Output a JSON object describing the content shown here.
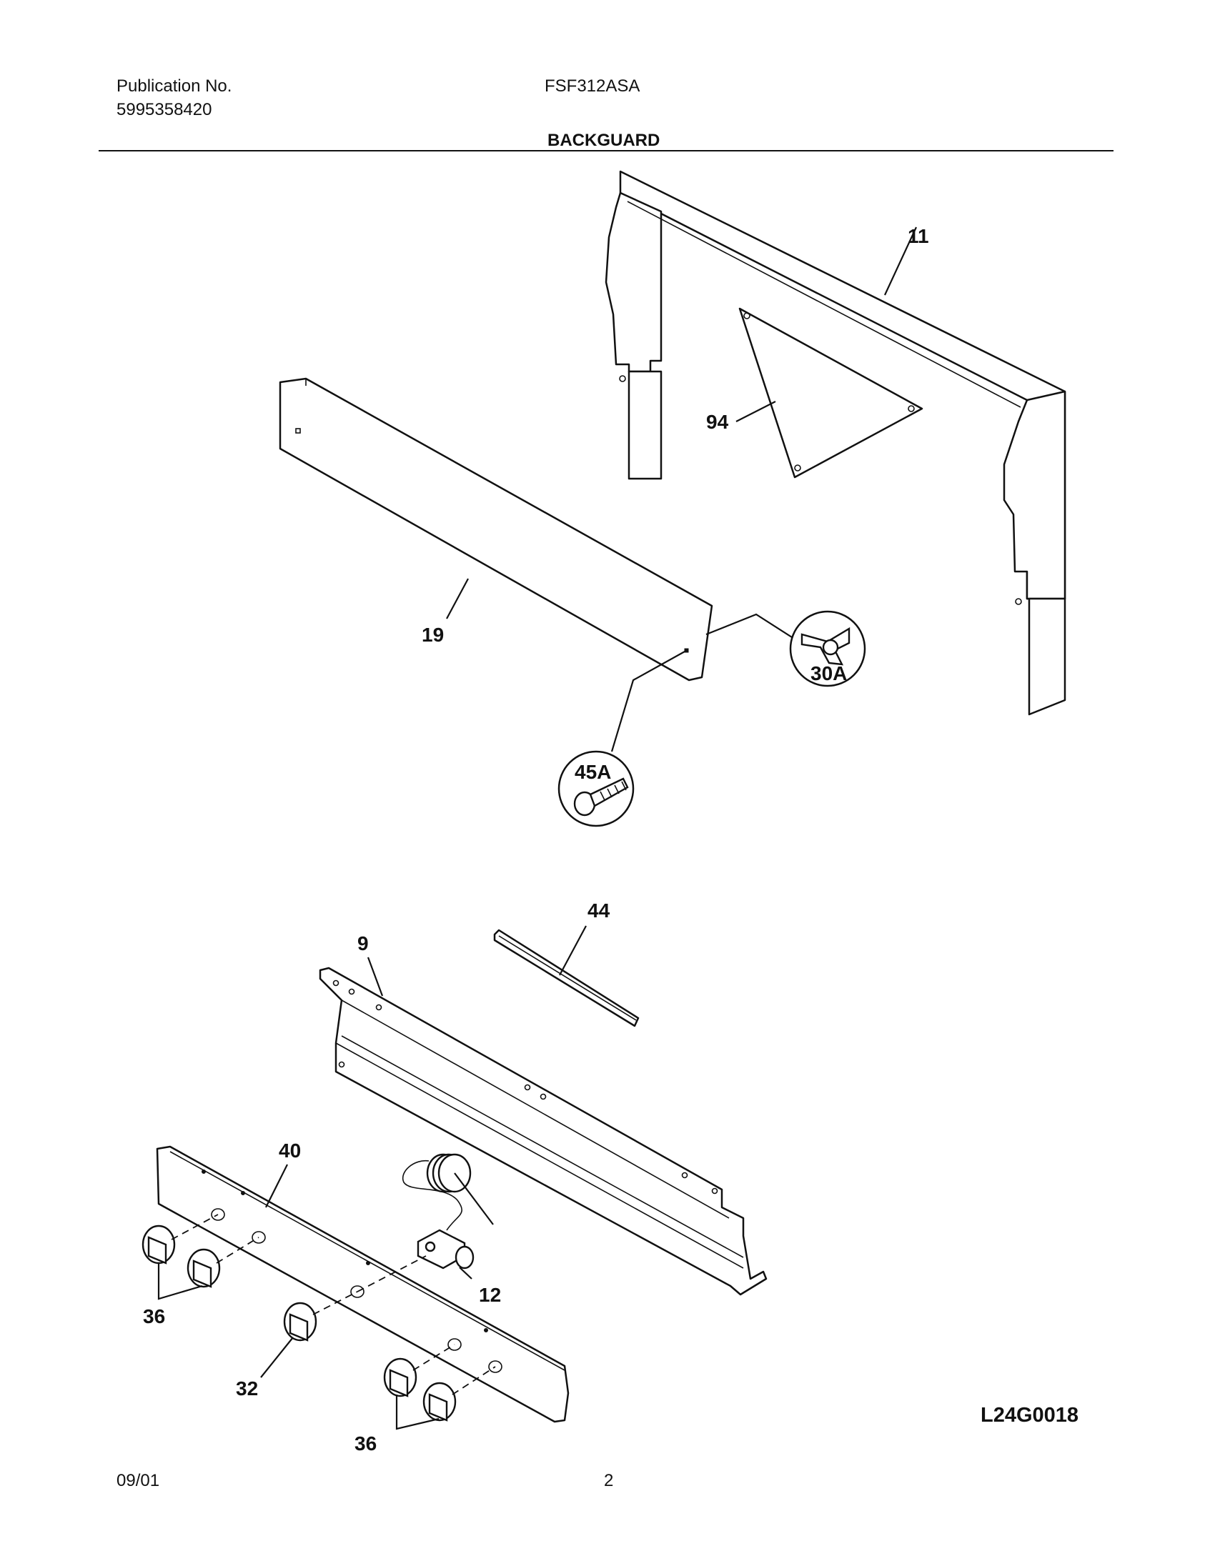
{
  "header": {
    "publication_label": "Publication No.",
    "publication_number": "5995358420",
    "model": "FSF312ASA",
    "section_title": "BACKGUARD"
  },
  "callouts": {
    "p11": "11",
    "p94": "94",
    "p19": "19",
    "p30a": "30A",
    "p45a": "45A",
    "p44": "44",
    "p9": "9",
    "p40": "40",
    "p12": "12",
    "p36a": "36",
    "p32": "32",
    "p36b": "36"
  },
  "drawing_code": "L24G0018",
  "footer": {
    "date": "09/01",
    "page": "2"
  }
}
